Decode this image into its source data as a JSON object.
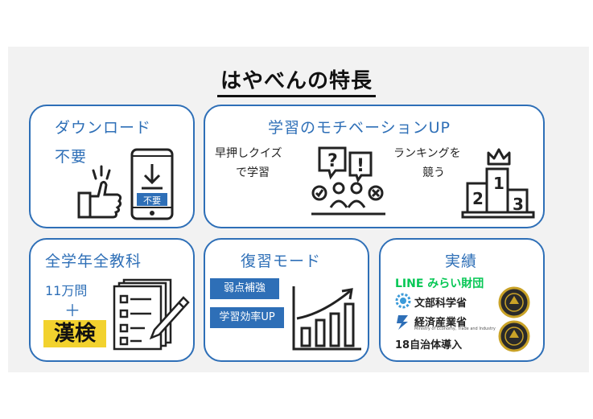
{
  "title": "はやべんの特長",
  "cards": {
    "download": {
      "title": "ダウンロード",
      "subtitle": "不要",
      "phone_badge": "不要"
    },
    "motivation": {
      "title": "学習のモチベーションUP",
      "quiz_line1": "早押しクイズ",
      "quiz_line2": "で学習",
      "ranking_line1": "ランキングを",
      "ranking_line2": "競う",
      "podium": [
        "2",
        "1",
        "3"
      ]
    },
    "subjects": {
      "title": "全学年全教科",
      "count": "11万問",
      "plus": "＋",
      "kanken": "漢検"
    },
    "review": {
      "title": "復習モード",
      "tag1": "弱点補強",
      "tag2": "学習効率UP"
    },
    "achievements": {
      "title": "実績",
      "line_label": "LINE",
      "line_rest": "みらい財団",
      "mext": "文部科学省",
      "meti": "経済産業省",
      "meti_sub": "Ministry of Economy, Trade and Industry",
      "local_gov": "18自治体導入"
    }
  },
  "colors": {
    "accent": "#2e6fb7",
    "line_green": "#06c755",
    "kanken_bg": "#f2d22e",
    "award_gold": "#c9a227"
  },
  "icons": [
    "thumbs-up-icon",
    "phone-download-icon",
    "quiz-people-icon",
    "crown-icon",
    "podium-icon",
    "worksheet-pencil-icon",
    "growth-chart-icon",
    "award-medal-icon"
  ]
}
